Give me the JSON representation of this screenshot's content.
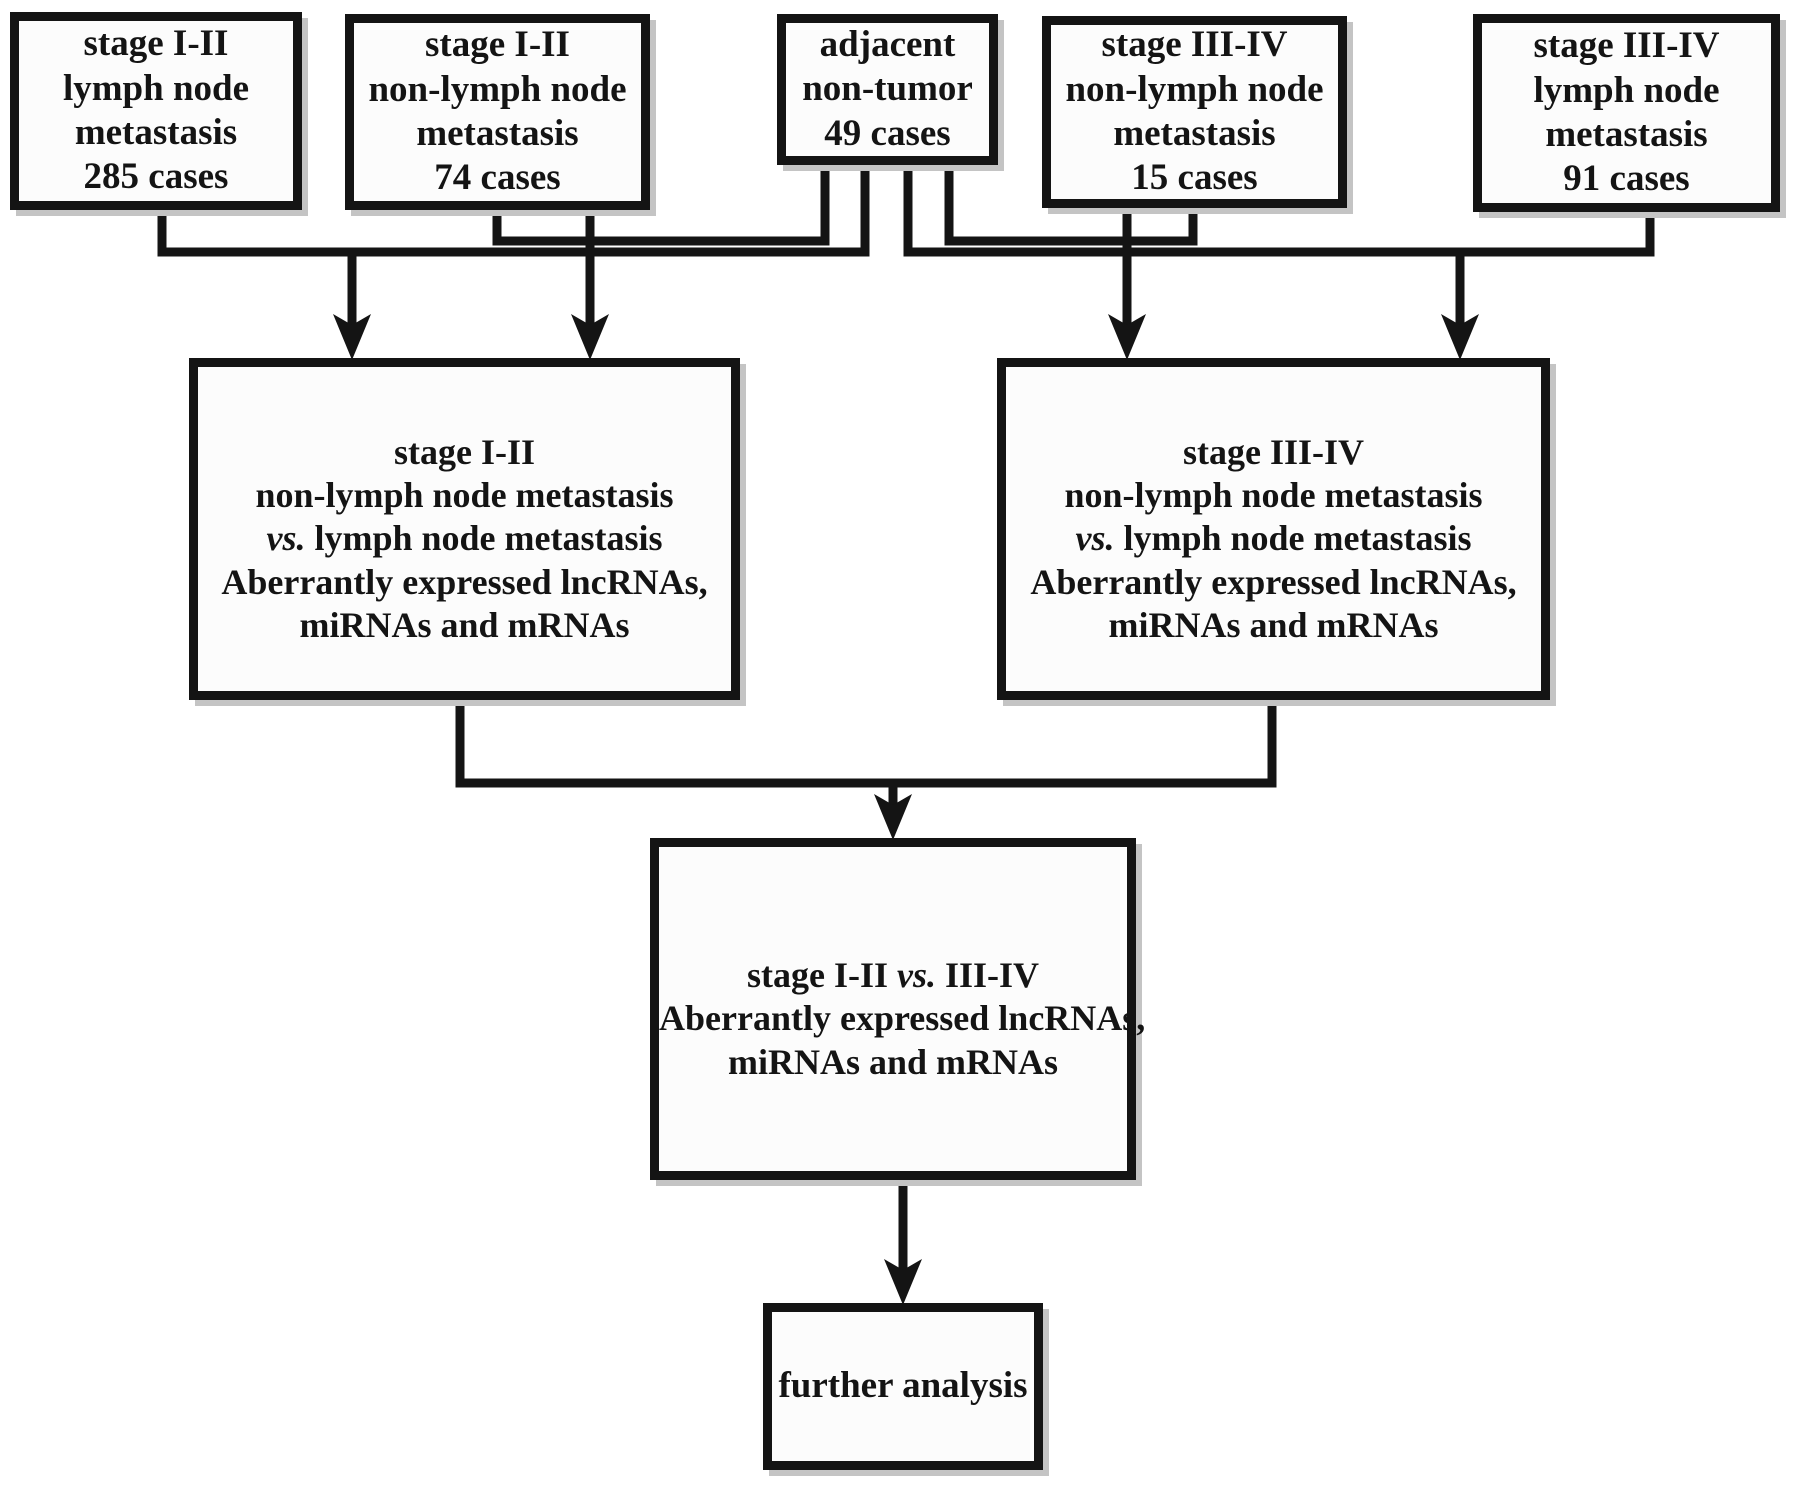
{
  "diagram": {
    "title": "lncRNA / miRNA / mRNA analysis flowchart",
    "colors": {
      "line_color": "#141414",
      "box_border": "#141414",
      "box_fill": "#fcfcfc",
      "shadow_color": "#c4c4c4",
      "bg_color": "#ffffff",
      "text_color": "#141414"
    }
  },
  "boxes": {
    "stage12_lymph": {
      "lines": [
        "stage I-II",
        "lymph node",
        "metastasis",
        "285 cases"
      ]
    },
    "stage12_nonlymph": {
      "lines": [
        "stage I-II",
        "non-lymph node",
        "metastasis",
        "74 cases"
      ]
    },
    "adjacent_nontumor": {
      "lines": [
        "adjacent",
        "non-tumor",
        "49 cases"
      ]
    },
    "stage34_nonlymph": {
      "lines": [
        "stage III-IV",
        "non-lymph node",
        "metastasis",
        "15 cases"
      ]
    },
    "stage34_lymph": {
      "lines": [
        "stage III-IV",
        "lymph node",
        "metastasis",
        "91 cases"
      ]
    },
    "compare_stage12": {
      "lines": [
        "stage I-II",
        "non-lymph node metastasis",
        {
          "segments": [
            {
              "text": "vs.",
              "italic": true
            },
            {
              "text": " lymph node metastasis",
              "italic": false
            }
          ]
        },
        "Aberrantly expressed lncRNAs,",
        "miRNAs and mRNAs"
      ]
    },
    "compare_stage34": {
      "lines": [
        "stage III-IV",
        "non-lymph node metastasis",
        {
          "segments": [
            {
              "text": "vs.",
              "italic": true
            },
            {
              "text": " lymph node metastasis",
              "italic": false
            }
          ]
        },
        "Aberrantly expressed lncRNAs,",
        "miRNAs and mRNAs"
      ]
    },
    "compare_stages": {
      "lines": [
        {
          "segments": [
            {
              "text": "stage I-II ",
              "italic": false
            },
            {
              "text": "vs.",
              "italic": true
            },
            {
              "text": " III-IV",
              "italic": false
            }
          ]
        },
        "Aberrantly expressed lncRNAs,",
        "miRNAs and mRNAs"
      ]
    },
    "further_analysis": {
      "lines": [
        "further analysis"
      ]
    }
  }
}
